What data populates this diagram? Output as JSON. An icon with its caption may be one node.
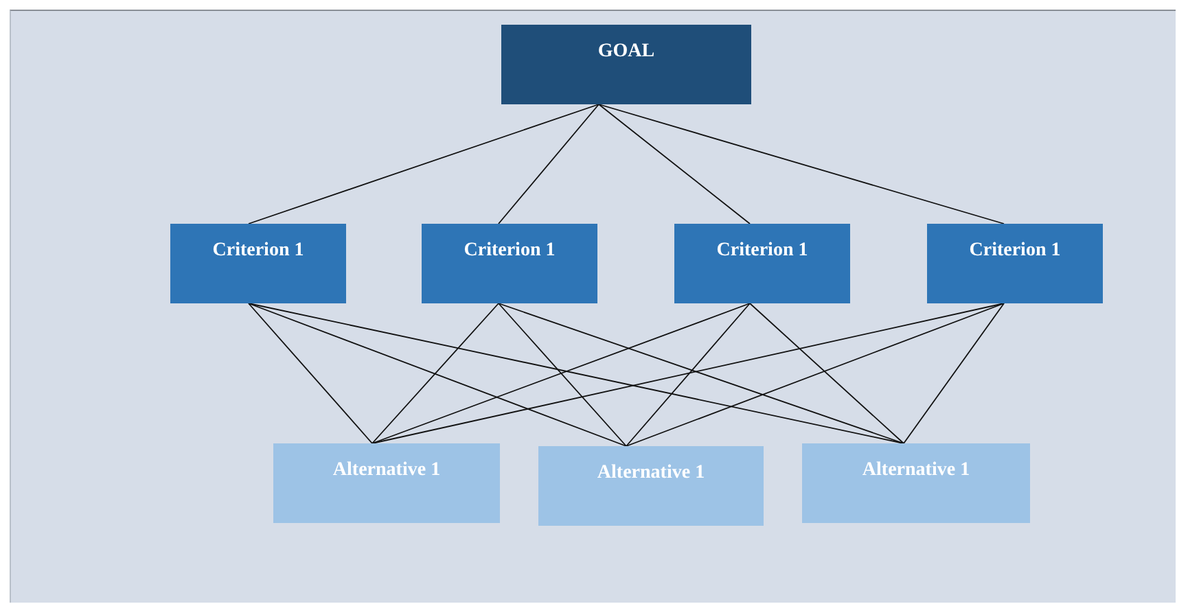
{
  "diagram": {
    "nodes": [
      {
        "text": [
          "GOAL"
        ]
      },
      {
        "text": [
          "Criterion 1"
        ]
      },
      {
        "text": [
          "Criterion 1"
        ]
      },
      {
        "text": [
          "Criterion 1"
        ]
      },
      {
        "text": [
          "Criterion 1"
        ]
      },
      {
        "text": [
          "Alternative 1"
        ]
      },
      {
        "text": [
          "Alternative 1"
        ]
      },
      {
        "text": [
          "Alternative 1"
        ]
      }
    ],
    "edges": [
      {
        "from": 0,
        "to": 1,
        "arrow": "none"
      },
      {
        "from": 0,
        "to": 2,
        "arrow": "none"
      },
      {
        "from": 0,
        "to": 3,
        "arrow": "none"
      },
      {
        "from": 0,
        "to": 4,
        "arrow": "none"
      },
      {
        "from": 1,
        "to": 5,
        "arrow": "none"
      },
      {
        "from": 1,
        "to": 6,
        "arrow": "none"
      },
      {
        "from": 1,
        "to": 7,
        "arrow": "none"
      },
      {
        "from": 2,
        "to": 5,
        "arrow": "none"
      },
      {
        "from": 2,
        "to": 6,
        "arrow": "none"
      },
      {
        "from": 2,
        "to": 7,
        "arrow": "none"
      },
      {
        "from": 3,
        "to": 5,
        "arrow": "none"
      },
      {
        "from": 3,
        "to": 6,
        "arrow": "none"
      },
      {
        "from": 3,
        "to": 7,
        "arrow": "none"
      },
      {
        "from": 4,
        "to": 5,
        "arrow": "none"
      },
      {
        "from": 4,
        "to": 6,
        "arrow": "none"
      },
      {
        "from": 4,
        "to": 7,
        "arrow": "none"
      }
    ]
  }
}
